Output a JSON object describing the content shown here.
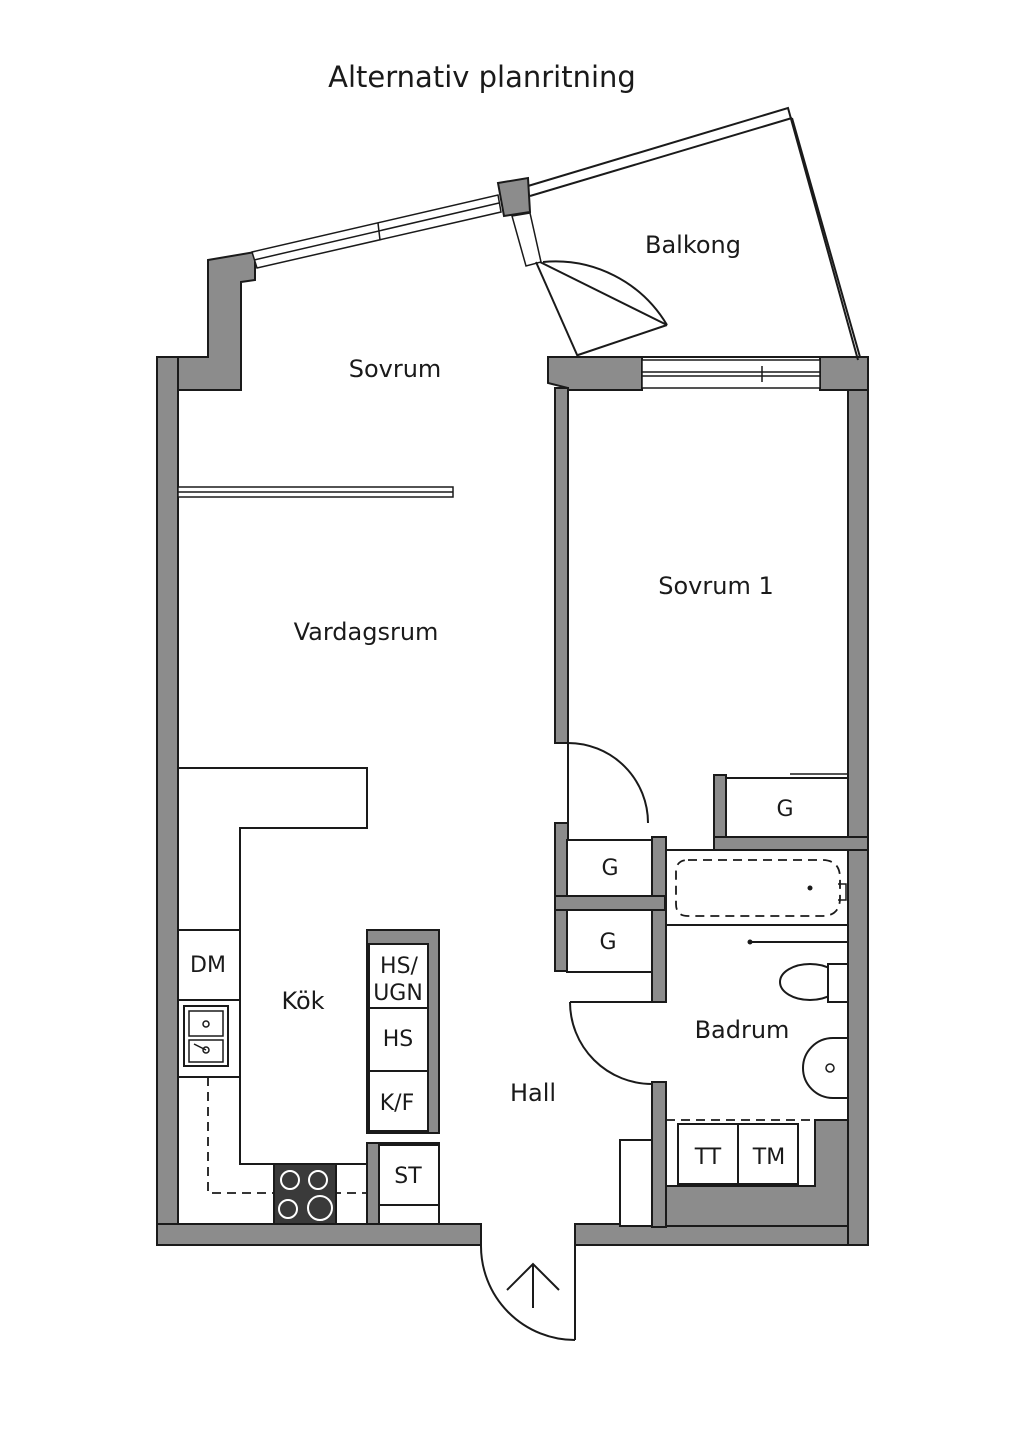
{
  "title": "Alternativ planritning",
  "rooms": {
    "balkong": "Balkong",
    "sovrum": "Sovrum",
    "sovrum1": "Sovrum 1",
    "vardagsrum": "Vardagsrum",
    "kok": "Kök",
    "hall": "Hall",
    "badrum": "Badrum"
  },
  "fixtures": {
    "g_bedroom": "G",
    "g_hall_upper": "G",
    "g_hall_lower": "G",
    "dm": "DM",
    "hs_ugn_line1": "HS/",
    "hs_ugn_line2": "UGN",
    "hs": "HS",
    "kf": "K/F",
    "st": "ST",
    "tt": "TT",
    "tm": "TM"
  },
  "colors": {
    "wall": "#8c8c8c",
    "line": "#1a1a1a",
    "background": "#ffffff"
  }
}
